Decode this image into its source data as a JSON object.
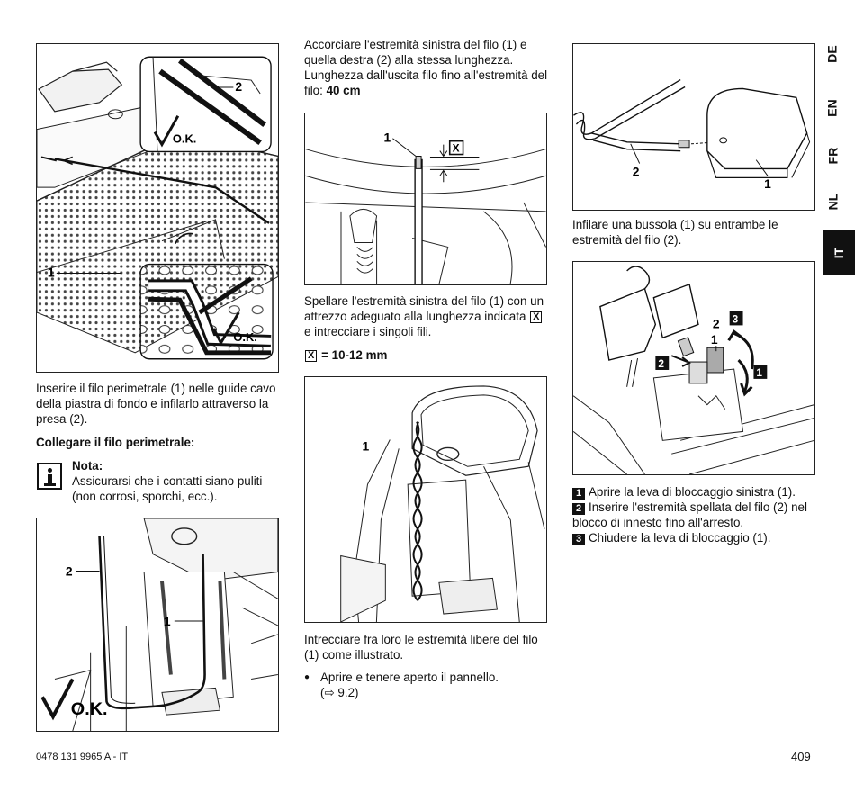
{
  "languages": [
    "DE",
    "EN",
    "FR",
    "NL"
  ],
  "active_language": "IT",
  "col1": {
    "fig1": {
      "label_1": "1",
      "label_2": "2",
      "ok_top": "O.K.",
      "ok_bottom": "O.K."
    },
    "text1": "Inserire il filo perimetrale (1) nelle guide cavo della piastra di fondo e infilarlo attraverso la presa (2).",
    "heading": "Collegare il filo perimetrale:",
    "note_icon": "info-icon",
    "note_title": "Nota:",
    "note_text": "Assicurarsi che i contatti siano puliti (non corrosi, sporchi, ecc.).",
    "fig2": {
      "label_1": "1",
      "label_2": "2",
      "ok": "O.K."
    }
  },
  "col2": {
    "text1": "Accorciare l'estremità sinistra del filo (1) e quella destra (2) alla stessa lunghezza. Lunghezza dall'uscita filo fino all'estremità del filo: ",
    "text1_bold": "40 cm",
    "fig1": {
      "label_1": "1",
      "label_x": "X"
    },
    "text2_a": "Spellare l'estremità sinistra del filo (1) con un attrezzo adeguato alla lunghezza indicata ",
    "text2_x": "X",
    "text2_b": " e intrecciare i singoli fili.",
    "measure_x": "X",
    "measure": "= 10-12 mm",
    "fig2": {
      "label_1": "1"
    },
    "text3": "Intrecciare fra loro le estremità libere del filo (1) come illustrato.",
    "bullet": "Aprire e tenere aperto il pannello.",
    "bullet_ref": "(⇨ 9.2)"
  },
  "col3": {
    "fig1": {
      "label_1": "1",
      "label_2": "2"
    },
    "text1": "Infilare una bussola (1) su entrambe le estremità del filo (2).",
    "fig2": {
      "label_1": "1",
      "label_2": "2",
      "step_1": "1",
      "step_2": "2",
      "step_3": "3"
    },
    "steps": [
      {
        "num": "1",
        "text": "Aprire la leva di bloccaggio sinistra (1)."
      },
      {
        "num": "2",
        "text": "Inserire l'estremità spellata del filo (2) nel blocco di innesto fino all'arresto."
      },
      {
        "num": "3",
        "text": "Chiudere la leva di bloccaggio (1)."
      }
    ]
  },
  "footer": {
    "doc_code": "0478 131 9965 A - IT",
    "page_number": "409"
  }
}
